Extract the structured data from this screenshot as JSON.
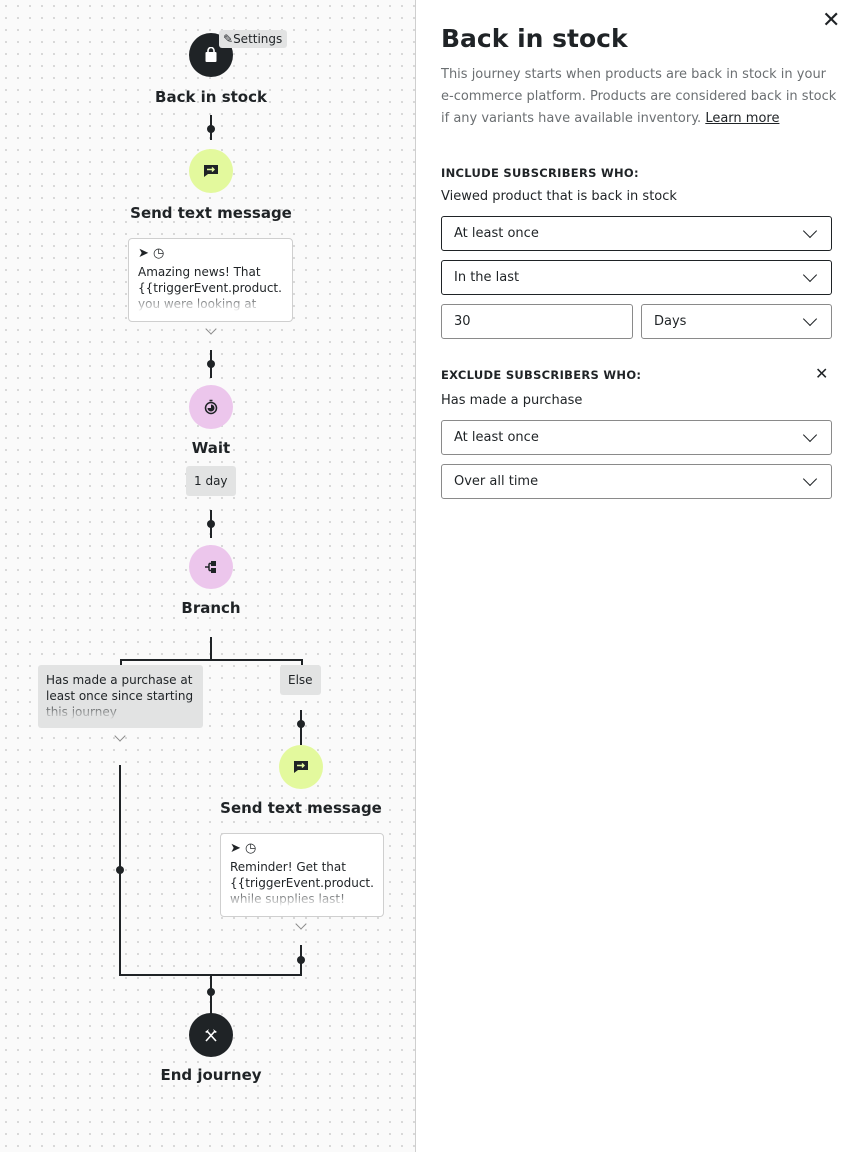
{
  "canvas": {
    "trigger": {
      "label": "Back in stock",
      "settings": "Settings",
      "icon": "shopping-bag-icon"
    },
    "send1": {
      "label": "Send text message",
      "message": "Amazing news! That {{triggerEvent.product.name}} you were looking at",
      "icon": "message-arrow-icon"
    },
    "wait": {
      "label": "Wait",
      "duration": "1 day",
      "icon": "stopwatch-icon"
    },
    "branch": {
      "label": "Branch",
      "icon": "branch-icon",
      "condition": "Has made a purchase at least once since starting this journey",
      "else": "Else"
    },
    "send2": {
      "label": "Send text message",
      "message": "Reminder! Get that {{triggerEvent.product.name}} while supplies last!",
      "icon": "message-arrow-icon"
    },
    "end": {
      "label": "End journey",
      "icon": "crossed-axes-icon"
    }
  },
  "panel": {
    "title": "Back in stock",
    "description": "This journey starts when products are back in stock in your e-commerce platform. Products are considered back in stock if any variants have available inventory.",
    "learn_more": "Learn more",
    "include": {
      "heading": "INCLUDE SUBSCRIBERS WHO:",
      "criterion": "Viewed product that is back in stock",
      "frequency": "At least once",
      "timeframe": "In the last",
      "amount": "30",
      "unit": "Days"
    },
    "exclude": {
      "heading": "EXCLUDE SUBSCRIBERS WHO:",
      "criterion": "Has made a purchase",
      "frequency": "At least once",
      "timeframe": "Over all time"
    }
  },
  "colors": {
    "dark": "#1f2326",
    "message": "#e3f99d",
    "flow": "#ecc6ec"
  }
}
